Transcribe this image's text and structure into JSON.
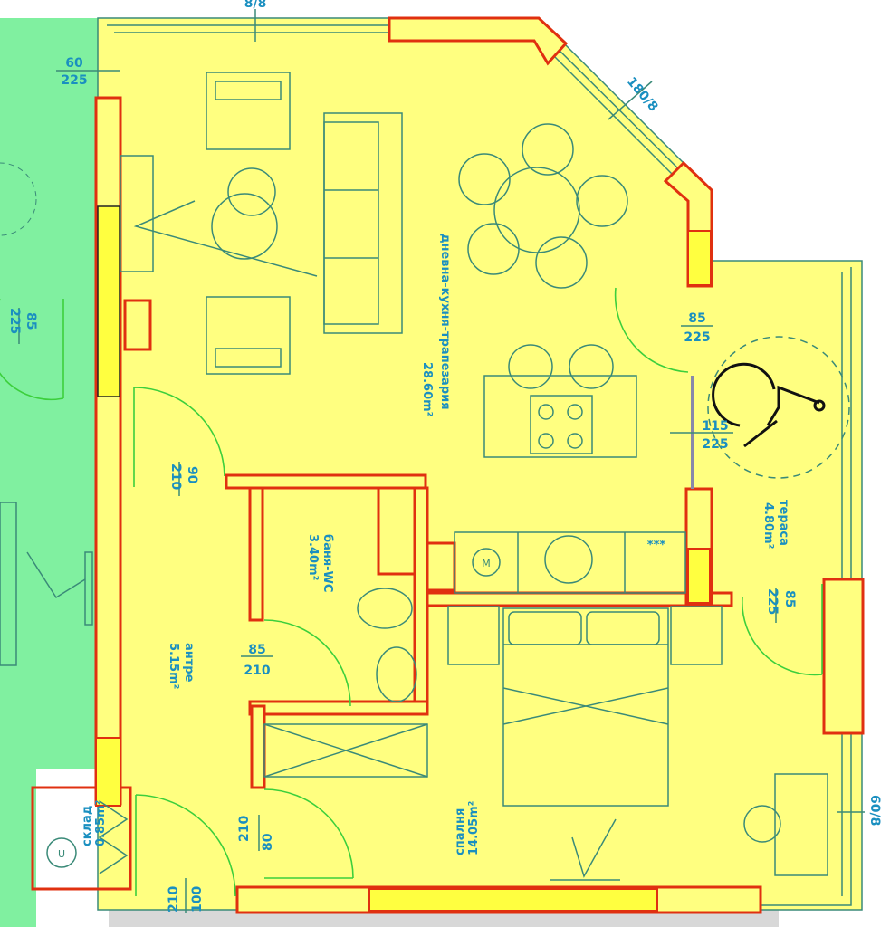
{
  "plan": {
    "rooms": [
      {
        "name": "дневна-кухня-трапезария",
        "area": "28.60m²"
      },
      {
        "name": "баня-WC",
        "area": "3.40m²"
      },
      {
        "name": "антре",
        "area": "5.15m²"
      },
      {
        "name": "тераса",
        "area": "4.80m²"
      },
      {
        "name": "спалня",
        "area": "14.05m²"
      },
      {
        "name": "склад",
        "area": "0.85m²"
      }
    ],
    "openings": [
      {
        "w": "8",
        "h": "8"
      },
      {
        "w": "60",
        "h": "225"
      },
      {
        "w": "180",
        "h": "8"
      },
      {
        "w": "85",
        "h": "225"
      },
      {
        "w": "85",
        "h": "225"
      },
      {
        "w": "115",
        "h": "225"
      },
      {
        "w": "90",
        "h": "210"
      },
      {
        "w": "85",
        "h": "210"
      },
      {
        "w": "85",
        "h": "225"
      },
      {
        "w": "80",
        "h": "210"
      },
      {
        "w": "100",
        "h": "210"
      },
      {
        "w": "60",
        "h": "8"
      }
    ],
    "symbols": {
      "stove_marks": "***",
      "meter": "M",
      "boiler": "U"
    }
  },
  "colors": {
    "apartment": "#ffff80",
    "neighbor": "#80f0a0",
    "wall": "#e03010",
    "door": "#3ccf3c",
    "text": "#1a8fc0",
    "corridor": "#d8d8d8"
  }
}
